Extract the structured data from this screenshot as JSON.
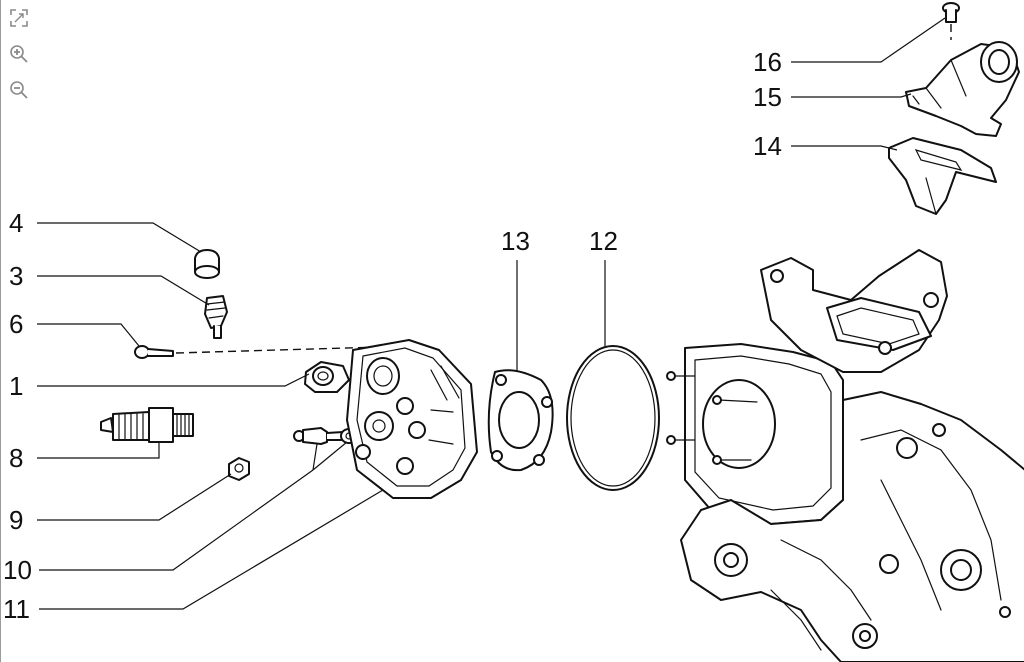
{
  "toolbar": {
    "fit_icon": "fit-to-screen-icon",
    "zoom_in_icon": "zoom-in-icon",
    "zoom_out_icon": "zoom-out-icon"
  },
  "callouts": {
    "c1": "1",
    "c3": "3",
    "c4": "4",
    "c6": "6",
    "c8": "8",
    "c9": "9",
    "c10": "10",
    "c11": "11",
    "c12": "12",
    "c13": "13",
    "c14": "14",
    "c15": "15",
    "c16": "16"
  }
}
